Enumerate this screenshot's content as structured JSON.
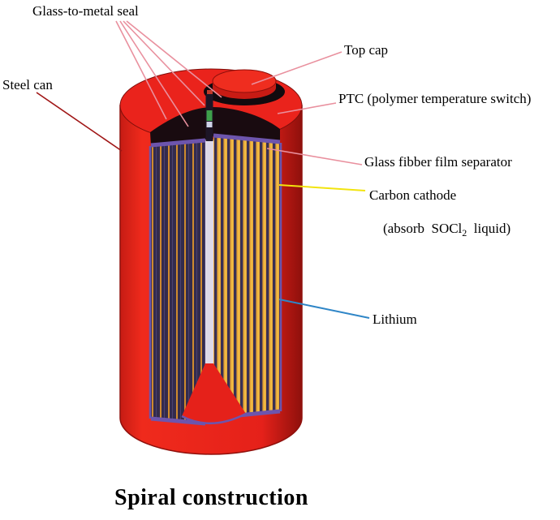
{
  "title": "Spiral construction",
  "labels": {
    "glass_seal": "Glass-to-metal seal",
    "top_cap": "Top cap",
    "steel_can": "Steel can",
    "ptc": "PTC (polymer temperature switch)",
    "separator": "Glass fibber film separator",
    "cathode_line1": "Carbon cathode",
    "cathode_line2_pre": "(absorb  SOCl",
    "cathode_line2_sub": "2",
    "cathode_line2_post": "  liquid)",
    "lithium": "Lithium"
  },
  "colors": {
    "can_red": "#e8211a",
    "can_red_dark": "#9e120e",
    "leader_pink": "#e9909e",
    "leader_yellow": "#f2e40e",
    "leader_blue": "#2f86c7",
    "leader_dark_red": "#a01616",
    "separator_purple": "#6d55ad",
    "cathode_orange": "#dd9a33",
    "lithium_dark": "#352c52",
    "seal_green": "#3ea04a"
  }
}
